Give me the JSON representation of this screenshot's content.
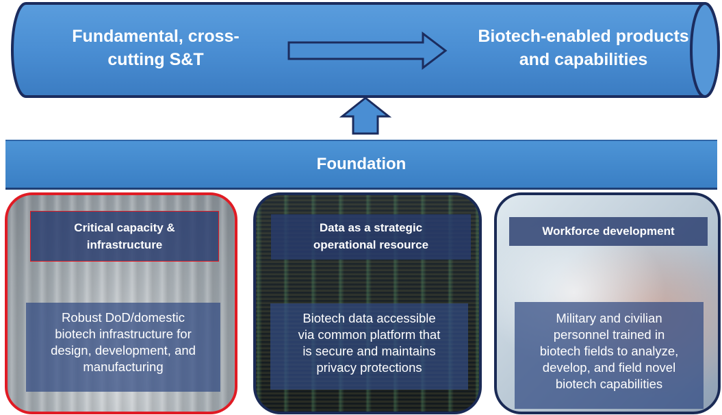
{
  "pipeline": {
    "left_text": "Fundamental, cross-cutting S&T",
    "left_line1": "Fundamental, cross-",
    "left_line2": "cutting S&T",
    "right_line1": "Biotech-enabled products",
    "right_line2": "and capabilities",
    "right_text": "Biotech-enabled products and capabilities"
  },
  "foundation": {
    "label": "Foundation"
  },
  "pillars": [
    {
      "title_line1": "Critical capacity &",
      "title_line2": "infrastructure",
      "desc_lines": [
        "Robust DoD/domestic",
        "biotech infrastructure for",
        "design, development, and",
        "manufacturing"
      ]
    },
    {
      "title_line1": "Data as a strategic",
      "title_line2": "operational resource",
      "desc_lines": [
        "Biotech data accessible",
        "via common platform that",
        "is secure and maintains",
        "privacy protections"
      ]
    },
    {
      "title_line1": "Workforce development",
      "desc_lines": [
        "Military and civilian",
        "personnel trained in",
        "biotech fields to analyze,",
        "develop, and field novel",
        "biotech capabilities"
      ]
    }
  ],
  "colors": {
    "pipe_fill": "#4a8ed3",
    "pipe_outline": "#1b2c5e",
    "panel_1_border": "#e01b24",
    "panel_border": "#1a2a55",
    "text": "#ffffff"
  },
  "icons": [
    "right-arrow-icon",
    "up-arrow-icon"
  ]
}
